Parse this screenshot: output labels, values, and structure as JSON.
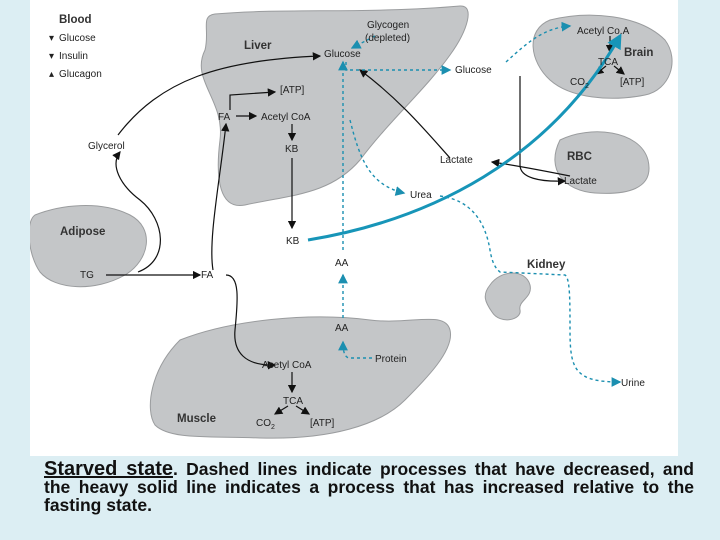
{
  "legend": {
    "title": "Blood",
    "items": [
      {
        "marker": "▾",
        "label": "Glucose"
      },
      {
        "marker": "▾",
        "label": "Insulin"
      },
      {
        "marker": "▴",
        "label": "Glucagon"
      }
    ]
  },
  "organs": {
    "liver": "Liver",
    "brain": "Brain",
    "rbc": "RBC",
    "adipose": "Adipose",
    "kidney": "Kidney",
    "muscle": "Muscle"
  },
  "nodes": {
    "glycogen_line1": "Glycogen",
    "glycogen_line2": "(depleted)",
    "liver_glucose": "Glucose",
    "liver_atp": "[ATP]",
    "liver_fa": "FA",
    "liver_acetyl_coa": "Acetyl CoA",
    "liver_kb": "KB",
    "blood_kb": "KB",
    "blood_glucose": "Glucose",
    "brain_acetyl_coa": "Acetyl Co.A",
    "brain_tca": "TCA",
    "brain_co2": "CO",
    "brain_co2_sub": "2",
    "brain_atp": "[ATP]",
    "glycerol": "Glycerol",
    "lactate": "Lactate",
    "rbc_lactate": "Lactate",
    "urea": "Urea",
    "adipose_tg": "TG",
    "blood_fa": "FA",
    "aa_upper": "AA",
    "aa_lower": "AA",
    "protein": "Protein",
    "urine": "Urine",
    "muscle_acetyl_coa": "Acetyl CoA",
    "muscle_tca": "TCA",
    "muscle_co2": "CO",
    "muscle_co2_sub": "2",
    "muscle_atp": "[ATP]"
  },
  "caption": {
    "title": "Starved  state",
    "body": ". Dashed lines indicate processes that have decreased, and the heavy solid line indicates a process that has increased relative to the fasting state."
  },
  "colors": {
    "organ_fill": "#c4c6c8",
    "dashed_line": "#1b8fb0",
    "heavy_line": "#1795b8",
    "solid_line": "#111111",
    "background": "#dceef3"
  }
}
